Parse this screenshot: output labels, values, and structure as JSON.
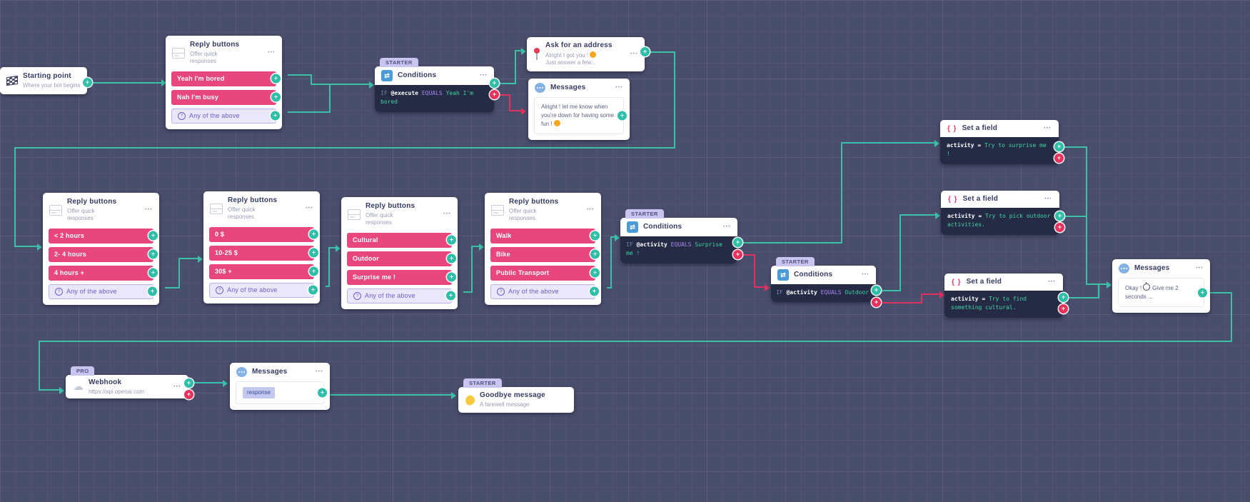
{
  "ui": {
    "menu": "•••",
    "plus": "+"
  },
  "icons": {
    "question": "?",
    "shuffle": "⇄",
    "braces": "{ }",
    "cloud": "☁"
  },
  "colors": {
    "background": "#4a4e6d",
    "teal": "#3bbfa9",
    "pink": "#e8477e",
    "red": "#e8315b",
    "dark_body": "#262b45",
    "lavender_badge": "#c9c5f0",
    "operator_purple": "#a886f2",
    "value_green": "#3fd6a0",
    "condition_icon_blue": "#4a9bd8"
  },
  "nodes": {
    "starting_point": {
      "title": "Starting point",
      "subtitle": "Where your bot begins"
    },
    "reply_mood": {
      "title": "Reply buttons",
      "subtitle": "Offer quick responses",
      "buttons": [
        "Yeah I'm bored",
        "Nah I'm busy"
      ],
      "fallback": "Any of the above"
    },
    "cond_execute": {
      "badge": "STARTER",
      "title": "Conditions",
      "if": "IF",
      "variable": "@execute",
      "operator": "EQUALS",
      "value": "Yeah I'm bored"
    },
    "ask_address": {
      "title": "Ask for an address",
      "line1": "Alright I got you !",
      "emoji1": "😄",
      "line2": "Just answer a few..."
    },
    "messages_busy": {
      "title": "Messages",
      "body": "Alright !  let me know when you're down for having some fun !",
      "emoji": "😜"
    },
    "reply_time": {
      "title": "Reply buttons",
      "subtitle": "Offer quick responses",
      "buttons": [
        "< 2 hours",
        "2- 4 hours",
        "4 hours +"
      ],
      "fallback": "Any of the above"
    },
    "reply_budget": {
      "title": "Reply buttons",
      "subtitle": "Offer quick responses",
      "buttons": [
        "0 $",
        "10-25 $",
        "30$ +"
      ],
      "fallback": "Any of the above"
    },
    "reply_activity": {
      "title": "Reply buttons",
      "subtitle": "Offer quick responses",
      "buttons": [
        "Cultural",
        "Outdoor",
        "Surprise me !"
      ],
      "fallback": "Any of the above"
    },
    "reply_transport": {
      "title": "Reply buttons",
      "subtitle": "Offer quick responses",
      "buttons": [
        "Walk",
        "Bike",
        "Public Transport"
      ],
      "fallback": "Any of the above"
    },
    "cond_surprise": {
      "badge": "STARTER",
      "title": "Conditions",
      "if": "IF",
      "variable": "@activity",
      "operator": "EQUALS",
      "value": "Surprise me !"
    },
    "cond_outdoor": {
      "badge": "STARTER",
      "title": "Conditions",
      "if": "IF",
      "variable": "@activity",
      "operator": "EQUALS",
      "value": "Outdoor"
    },
    "set_surprise": {
      "title": "Set a field",
      "variable": "activity",
      "operator": "=",
      "value": "Try to surprise me !"
    },
    "set_outdoor": {
      "title": "Set a field",
      "variable": "activity",
      "operator": "=",
      "value": "Try to pick outdoor activities."
    },
    "set_cultural": {
      "title": "Set a field",
      "variable": "activity",
      "operator": "=",
      "value": "Try to find something cultural."
    },
    "messages_wait": {
      "title": "Messages",
      "text_before": "Okay !",
      "emoji": "⏱",
      "text_after": "Give me 2 seconds ..."
    },
    "webhook": {
      "badge": "PRO",
      "title": "Webhook",
      "url": "https://api.openai.com"
    },
    "messages_response": {
      "title": "Messages",
      "chip": "response"
    },
    "goodbye": {
      "badge": "STARTER",
      "title": "Goodbye message",
      "subtitle": "A farewell message"
    }
  }
}
